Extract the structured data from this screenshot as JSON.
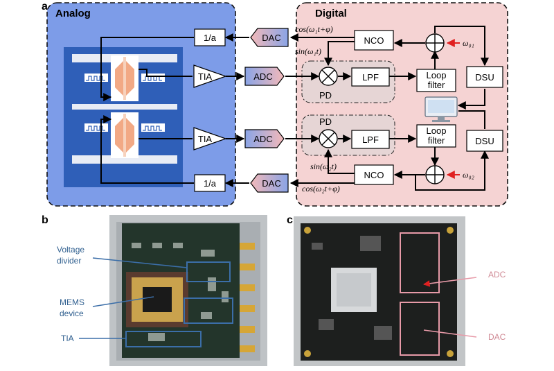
{
  "panels": {
    "a": "a",
    "b": "b",
    "c": "c"
  },
  "sections": {
    "analog": "Analog",
    "digital": "Digital"
  },
  "blocks": {
    "one_over_a": "1/a",
    "tia": "TIA",
    "adc": "ADC",
    "dac": "DAC",
    "nco": "NCO",
    "lpf": "LPF",
    "loop": "Loop",
    "filter": "filter",
    "dsu": "DSU",
    "pd": "PD"
  },
  "signals": {
    "cos1": "cos(ω₁t+φ)",
    "sin1": "sin(ω₁t)",
    "sin2": "sin(ω₂t)",
    "cos2": "cos(ω₂t+φ)",
    "w01": "ω₀₁",
    "w02": "ω₀₂"
  },
  "photo_b": {
    "voltage_divider_1": "Voltage",
    "voltage_divider_2": "divider",
    "mems_1": "MEMS",
    "mems_2": "device",
    "tia": "TIA"
  },
  "photo_c": {
    "adc": "ADC",
    "dac": "DAC"
  },
  "colors": {
    "analog_bg": "#7d9ce8",
    "digital_bg": "#f5d3d3",
    "device_blue": "#2f5fb8",
    "arrow_red": "#e02020",
    "callout_blue": "#3b6ea8",
    "callout_pink": "#e79aa8"
  }
}
